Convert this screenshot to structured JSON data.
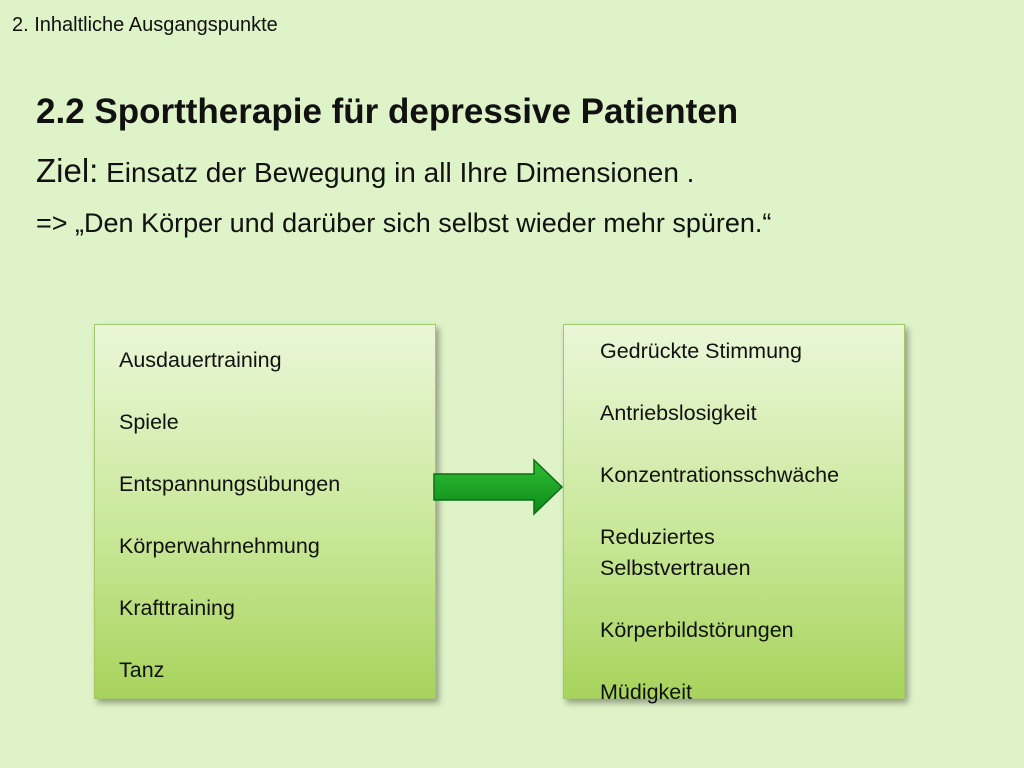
{
  "header": {
    "section": "2. Inhaltliche Ausgangspunkte",
    "title": "2.2 Sporttherapie für depressive Patienten",
    "goal_prefix": "Ziel:",
    "goal_text": " Einsatz der Bewegung in all Ihre Dimensionen .",
    "quote": "=> „Den Körper und darüber sich selbst wieder mehr spüren.“"
  },
  "left_box": {
    "items": [
      "Ausdauertraining",
      "Spiele",
      "Entspannungsübungen",
      "Körperwahrnehmung",
      "Krafttraining",
      "Tanz"
    ]
  },
  "right_box": {
    "items": [
      "Gedrückte Stimmung",
      "Antriebslosigkeit",
      "Konzentrationsschwäche",
      "Reduziertes Selbstvertrauen",
      "Körperbildstörungen",
      "Müdigkeit"
    ]
  },
  "colors": {
    "background": "#dff3c8",
    "box_gradient_top": "#eaf7d8",
    "box_gradient_bottom": "#a8d35c",
    "arrow": "#16a020"
  },
  "icons": {
    "arrow": "arrow-right-icon"
  }
}
